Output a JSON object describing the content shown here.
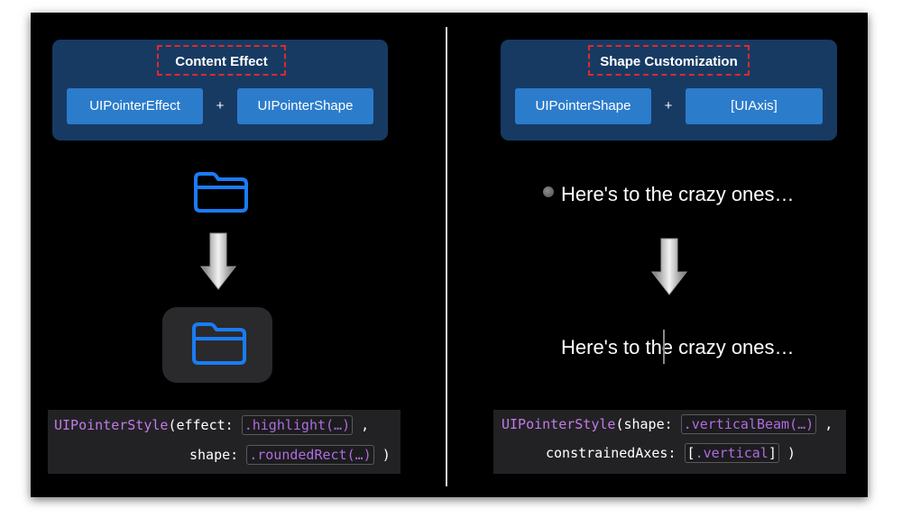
{
  "left": {
    "title": "Content Effect",
    "chip1": "UIPointerEffect",
    "plus": "+",
    "chip2": "UIPointerShape",
    "code": {
      "line1_prefix": "UIPointerStyle",
      "line1_arg": "(effect:",
      "line1_box": ".highlight(…)",
      "line1_suffix": ",",
      "line2_label": "shape:",
      "line2_box": ".roundedRect(…)",
      "line2_suffix": ")"
    }
  },
  "right": {
    "title": "Shape Customization",
    "chip1": "UIPointerShape",
    "plus": "+",
    "chip2": "[UIAxis]",
    "text_before": "Here's to the crazy ones…",
    "text_after": "Here's to the crazy ones…",
    "code": {
      "line1_prefix": "UIPointerStyle",
      "line1_arg": "(shape:",
      "line1_box": ".verticalBeam(…)",
      "line1_suffix": ",",
      "line2_label": "constrainedAxes:",
      "line2_box_open": "[",
      "line2_box": ".vertical",
      "line2_box_close": "]",
      "line2_suffix": ")"
    }
  },
  "colors": {
    "panel": "#173a63",
    "chip": "#2c7ccc",
    "folder": "#1a7cf4",
    "dash": "#e02a2a",
    "keyword": "#c47ae8"
  },
  "icons": [
    "folder-icon",
    "down-arrow-icon",
    "pointer-dot-icon",
    "vertical-beam-icon"
  ]
}
